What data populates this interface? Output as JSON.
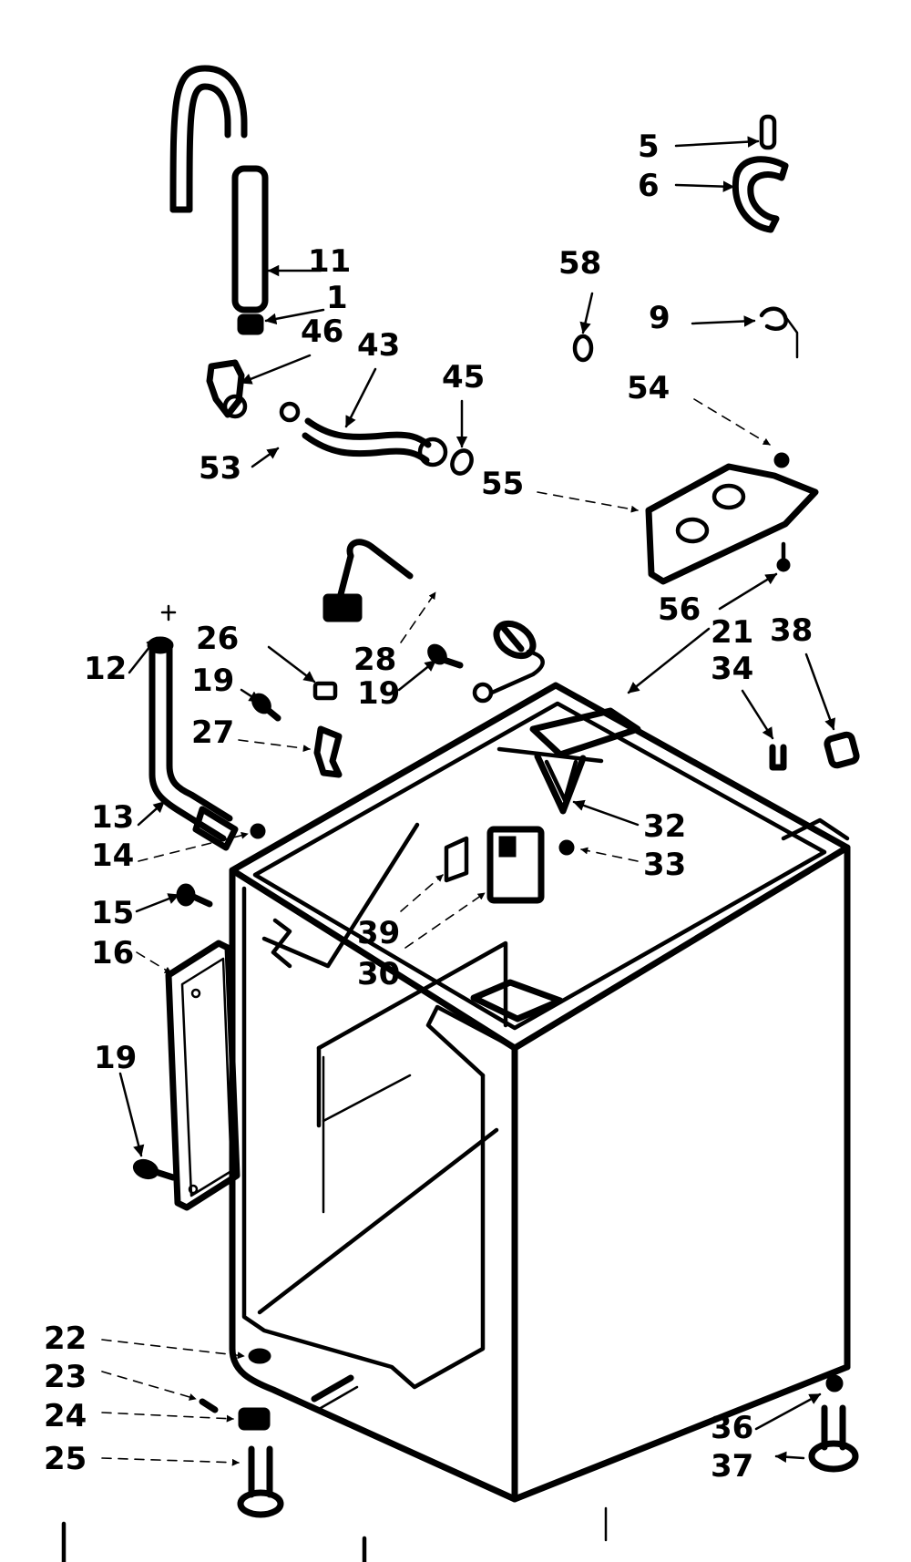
{
  "callouts": {
    "c5": "5",
    "c6": "6",
    "c11": "11",
    "c1": "1",
    "c58": "58",
    "c9": "9",
    "c46": "46",
    "c43": "43",
    "c45": "45",
    "c53": "53",
    "c55": "55",
    "c54": "54",
    "c56": "56",
    "c21": "21",
    "c34": "34",
    "c38": "38",
    "c12": "12",
    "c26": "26",
    "c19a": "19",
    "c28": "28",
    "c19b": "19",
    "c27": "27",
    "c13": "13",
    "c14": "14",
    "c32": "32",
    "c33": "33",
    "c15": "15",
    "c16": "16",
    "c39": "39",
    "c30": "30",
    "c19c": "19",
    "c22": "22",
    "c23": "23",
    "c24": "24",
    "c25": "25",
    "c36": "36",
    "c37": "37"
  }
}
